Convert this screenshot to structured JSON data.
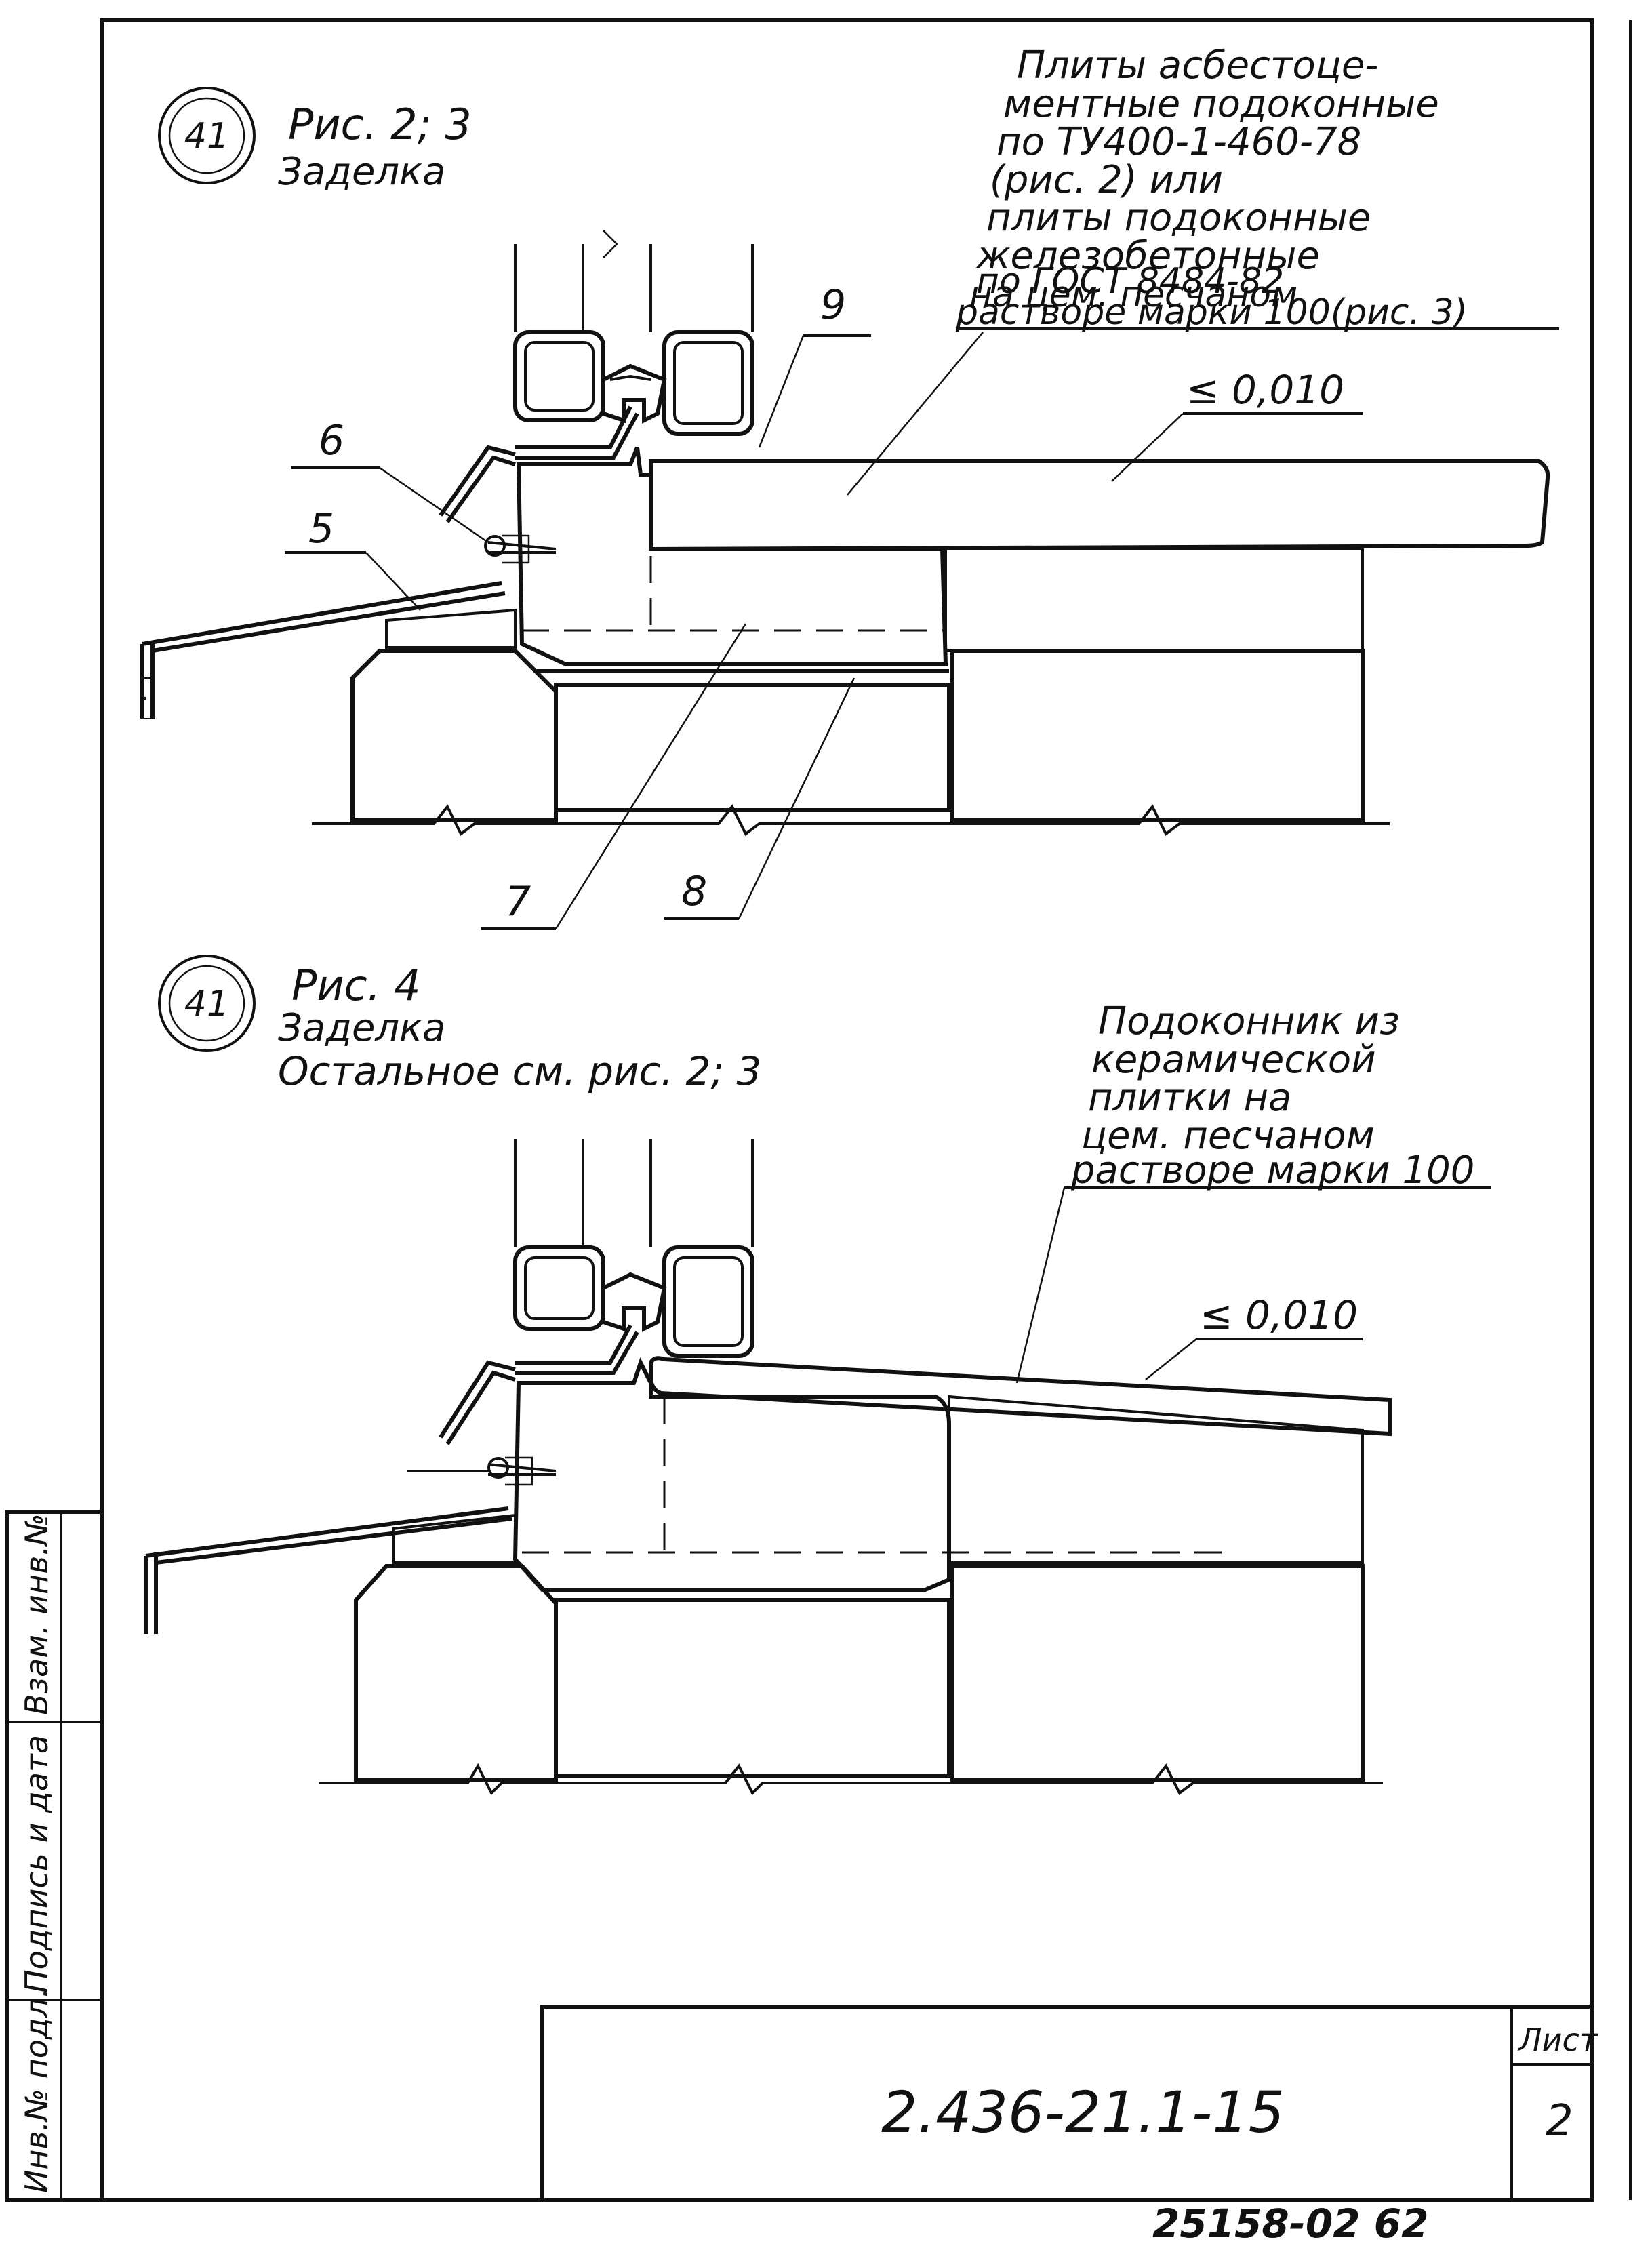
{
  "detail_top": {
    "marker_number": "41",
    "title_line1": "Рис. 2; 3",
    "title_line2": "Заделка",
    "note_lines": [
      "Плиты асбестоце-",
      "ментные подоконные",
      "по ТУ400-1-460-78",
      "(рис. 2) или",
      "плиты подоконные",
      "железобетонные",
      "по ГОСТ 8484-82",
      "на цем. песчаном",
      "растворе марки 100(рис. 3)"
    ],
    "slope_label": "≤ 0,010",
    "callouts": [
      "6",
      "5",
      "9",
      "7",
      "8"
    ]
  },
  "detail_bottom": {
    "marker_number": "41",
    "title_line1": "Рис. 4",
    "title_line2": "Заделка",
    "title_line3": "Остальное см. рис. 2; 3",
    "note_lines": [
      "Подоконник из",
      "керамической",
      "плитки на",
      "цем. песчаном",
      "растворе марки 100"
    ],
    "slope_label": "≤ 0,010"
  },
  "side_stamp": {
    "cells": [
      "Инв.№ подл.",
      "Подпись и дата",
      "Взам. инв.№"
    ]
  },
  "title_block": {
    "document_code": "2.436-21.1-15",
    "sheet_label": "Лист",
    "sheet_number": "2"
  },
  "footer_code": "25158-02  62"
}
